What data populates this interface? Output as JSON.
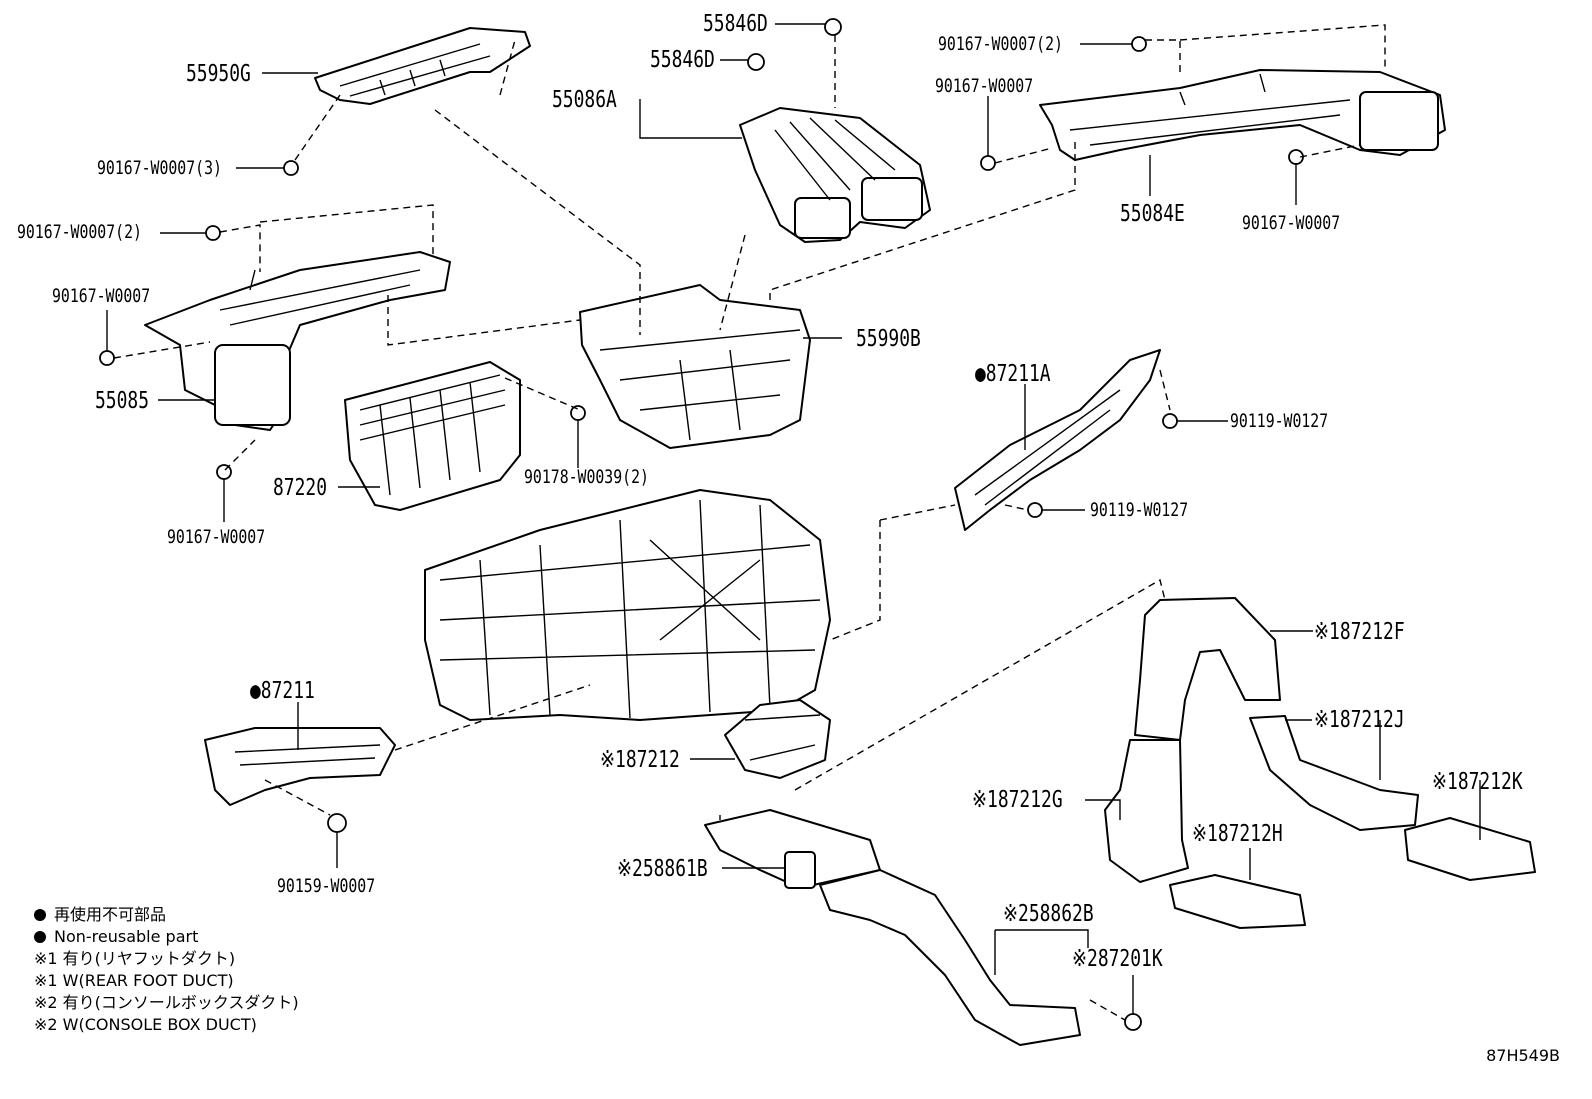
{
  "labels": {
    "p55950G": "55950G",
    "p55846D_a": "55846D",
    "p55846D_b": "55846D",
    "p55086A": "55086A",
    "p90167_top_r": "90167-W0007(2)",
    "p90167_r1": "90167-W0007",
    "p90167_3": "90167-W0007(3)",
    "p55084E": "55084E",
    "p90167_r2": "90167-W0007",
    "p90167_left2": "90167-W0007(2)",
    "p90167_left1": "90167-W0007",
    "p55990B": "55990B",
    "p87211A": "●87211A",
    "p55085": "55085",
    "p90119_a": "90119-W0127",
    "p87220": "87220",
    "p90178": "90178-W0039(2)",
    "p90119_b": "90119-W0127",
    "p90167_bot": "90167-W0007",
    "p87212F": "※187212F",
    "p87211": "●87211",
    "p87212J": "※187212J",
    "p87212": "※187212",
    "p87212K": "※187212K",
    "p87212G": "※187212G",
    "p87212H": "※187212H",
    "p58861B": "※258861B",
    "p90159": "90159-W0007",
    "p58862B": "※258862B",
    "p87201K": "※287201K"
  },
  "legend": {
    "l1": "再使用不可部品",
    "l2": "Non-reusable part",
    "l3": "※1 有り(リヤフットダクト)",
    "l4": "※1 W(REAR FOOT DUCT)",
    "l5": "※2 有り(コンソールボックスダクト)",
    "l6": "※2 W(CONSOLE BOX DUCT)"
  },
  "diagram_code": "87H549B"
}
